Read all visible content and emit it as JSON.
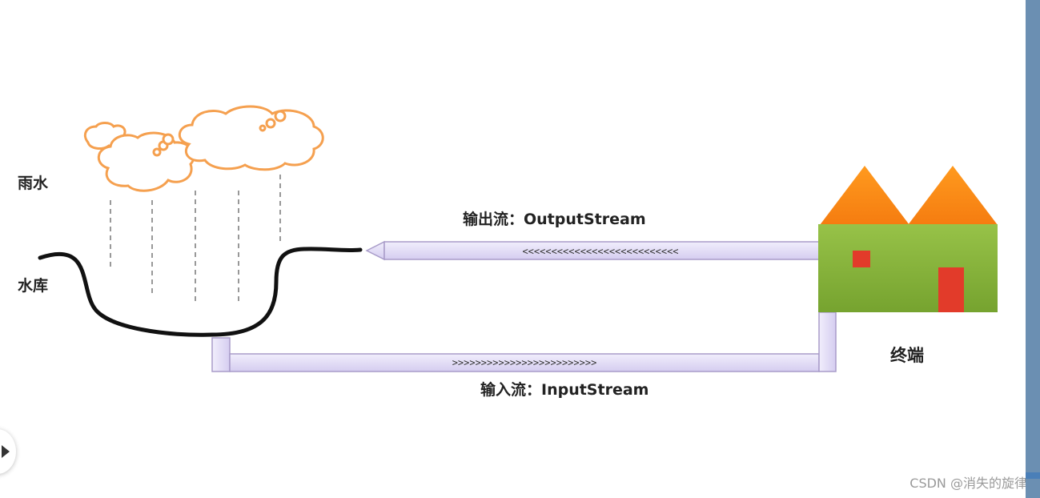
{
  "labels": {
    "rain": "雨水",
    "reservoir": "水库",
    "output_stream": "输出流：OutputStream",
    "input_stream": "输入流：InputStream",
    "terminal": "终端"
  },
  "arrows": {
    "output_chevrons": "<<<<<<<<<<<<<<<<<<<<<<<<<<<",
    "input_chevrons": ">>>>>>>>>>>>>>>>>>>>>>>>>"
  },
  "watermark": "CSDN @消失的旋律",
  "colors": {
    "cloud_stroke": "#f5a04f",
    "pipe_fill": "#e2dcf5",
    "pipe_stroke": "#a99cc9",
    "roof": "#ff8a1a",
    "house_wall": "#8db83c",
    "house_accent": "#e23b2a",
    "scrollbar": "#6b8fb2"
  },
  "icons": {
    "cloud": "cloud-icon",
    "house": "house-icon",
    "play": "play-icon"
  }
}
